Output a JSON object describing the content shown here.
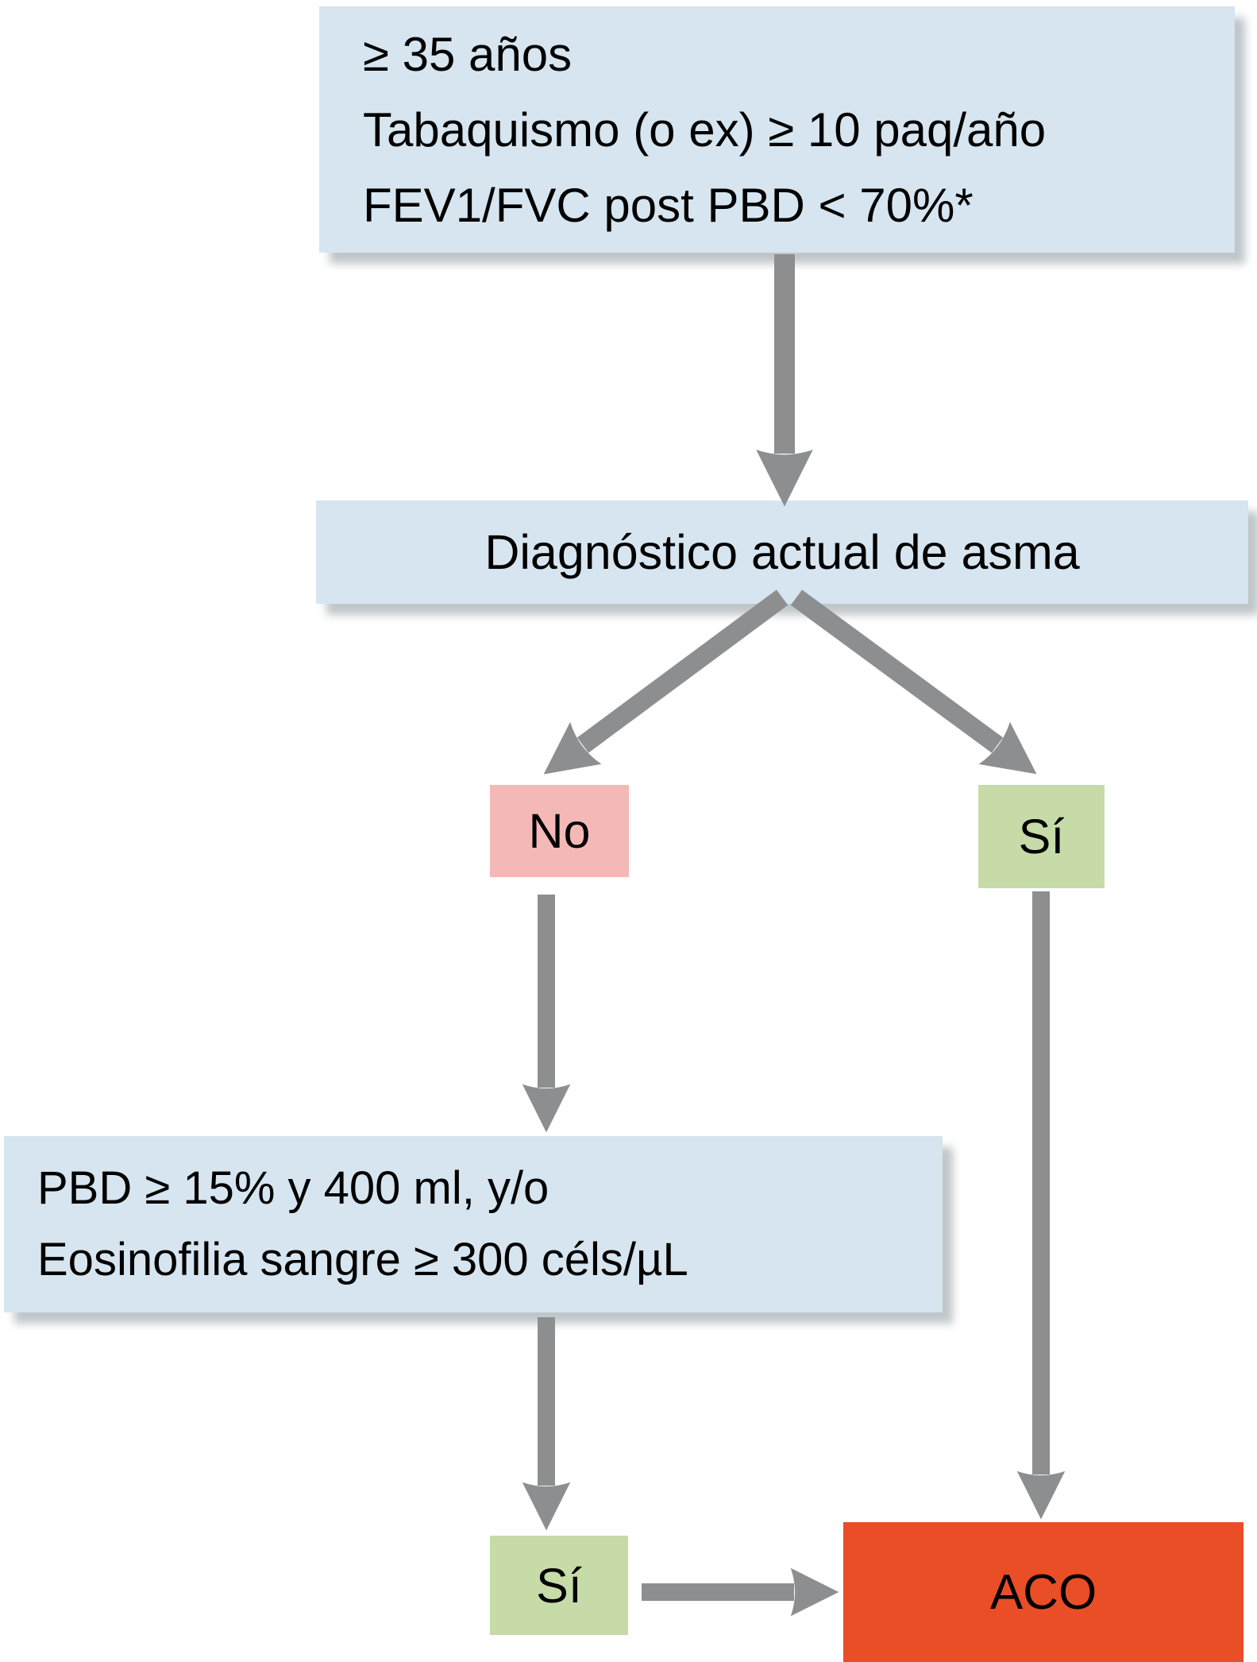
{
  "flow": {
    "criteria_box": {
      "line1": "≥ 35 años",
      "line2": "Tabaquismo (o ex) ≥ 10 paq/año",
      "line3": "FEV1/FVC post PBD < 70%*"
    },
    "diagnosis_box": {
      "label": "Diagnóstico actual de asma"
    },
    "branch_no": {
      "label": "No"
    },
    "branch_yes": {
      "label": "Sí"
    },
    "confirm_box": {
      "line1": "PBD ≥ 15% y 400 ml, y/o",
      "line2": "Eosinofilia sangre ≥ 300 céls/µL"
    },
    "confirm_yes": {
      "label": "Sí"
    },
    "outcome_box": {
      "label": "ACO"
    }
  },
  "colors": {
    "box_blue": "#d6e5ef",
    "box_pink": "#f4b9b6",
    "box_green": "#c6dba8",
    "box_orange": "#e94e26",
    "arrow_gray": "#8d8e90",
    "text": "#000000"
  }
}
